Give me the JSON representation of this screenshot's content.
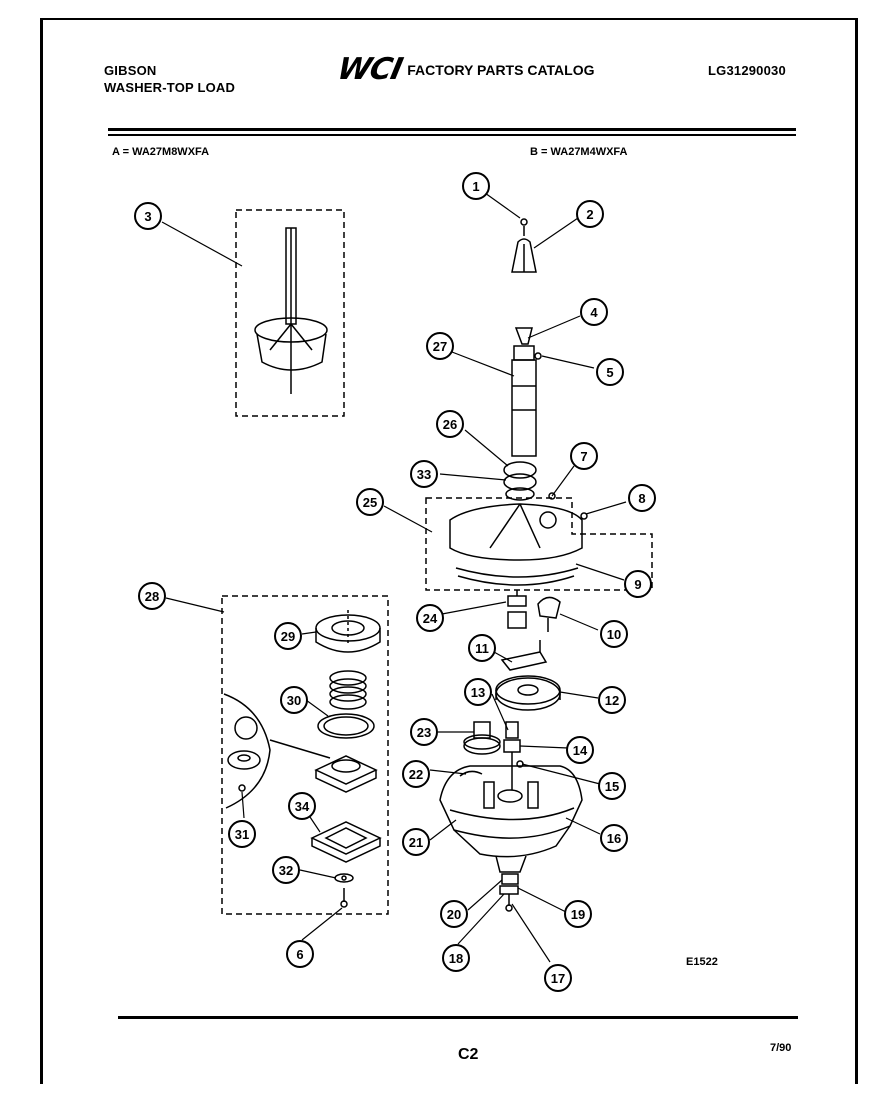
{
  "header": {
    "brand_line1": "GIBSON",
    "brand_line2": "WASHER-TOP LOAD",
    "logo_text": "WCI",
    "catalog_title": "FACTORY PARTS CATALOG",
    "part_number": "LG31290030"
  },
  "models": {
    "a": "A = WA27M8WXFA",
    "b": "B = WA27M4WXFA"
  },
  "diagram_code": "E1522",
  "footer": {
    "page": "C2",
    "date": "7/90"
  },
  "callouts": [
    "1",
    "2",
    "3",
    "4",
    "5",
    "6",
    "7",
    "8",
    "9",
    "10",
    "11",
    "12",
    "13",
    "14",
    "15",
    "16",
    "17",
    "18",
    "19",
    "20",
    "21",
    "22",
    "23",
    "24",
    "25",
    "26",
    "27",
    "28",
    "29",
    "30",
    "31",
    "32",
    "33",
    "34"
  ]
}
